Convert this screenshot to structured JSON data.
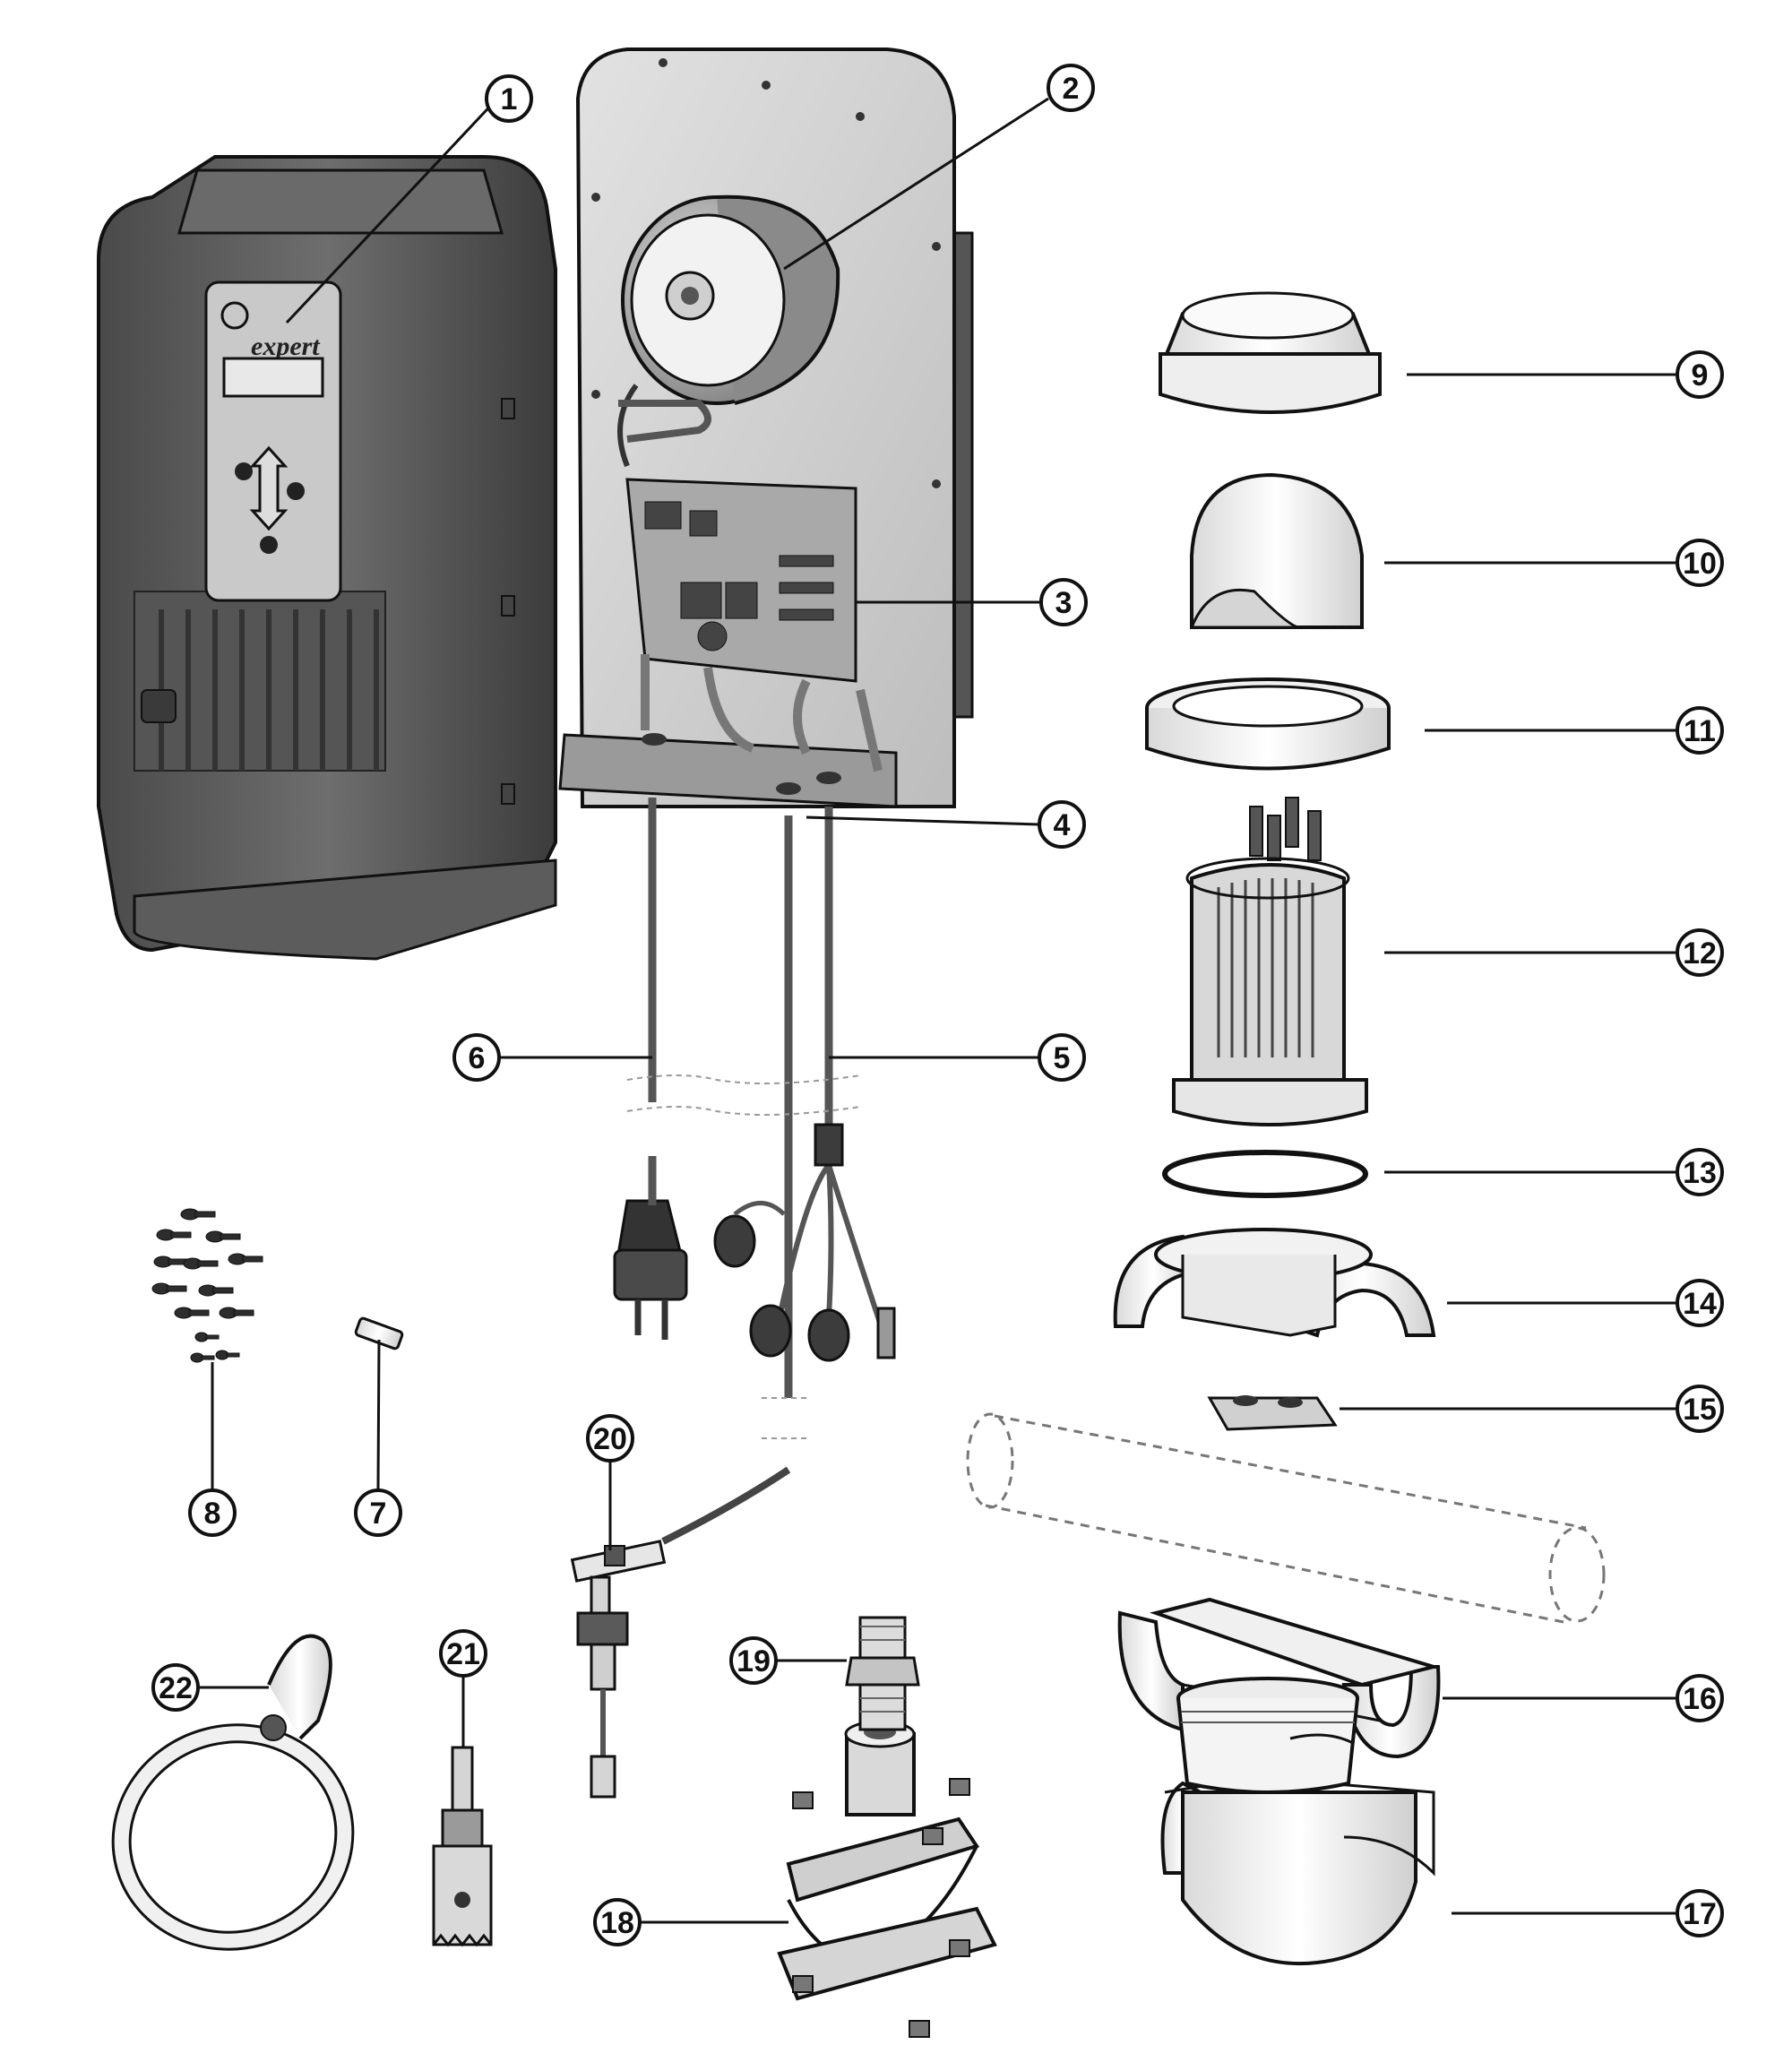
{
  "diagram": {
    "brand_logo_text": "expert",
    "callouts": [
      {
        "id": "1",
        "label": "1"
      },
      {
        "id": "2",
        "label": "2"
      },
      {
        "id": "3",
        "label": "3"
      },
      {
        "id": "4",
        "label": "4"
      },
      {
        "id": "5",
        "label": "5"
      },
      {
        "id": "6",
        "label": "6"
      },
      {
        "id": "7",
        "label": "7"
      },
      {
        "id": "8",
        "label": "8"
      },
      {
        "id": "9",
        "label": "9"
      },
      {
        "id": "10",
        "label": "10"
      },
      {
        "id": "11",
        "label": "11"
      },
      {
        "id": "12",
        "label": "12"
      },
      {
        "id": "13",
        "label": "13"
      },
      {
        "id": "14",
        "label": "14"
      },
      {
        "id": "15",
        "label": "15"
      },
      {
        "id": "16",
        "label": "16"
      },
      {
        "id": "17",
        "label": "17"
      },
      {
        "id": "18",
        "label": "18"
      },
      {
        "id": "19",
        "label": "19"
      },
      {
        "id": "20",
        "label": "20"
      },
      {
        "id": "21",
        "label": "21"
      },
      {
        "id": "22",
        "label": "22"
      }
    ]
  },
  "colors": {
    "line": "#111111",
    "housing_dark": "#5a5a5a",
    "housing_mid": "#7a7a7a",
    "panel_light": "#cfcfcf",
    "part_white": "#f4f4f4"
  }
}
